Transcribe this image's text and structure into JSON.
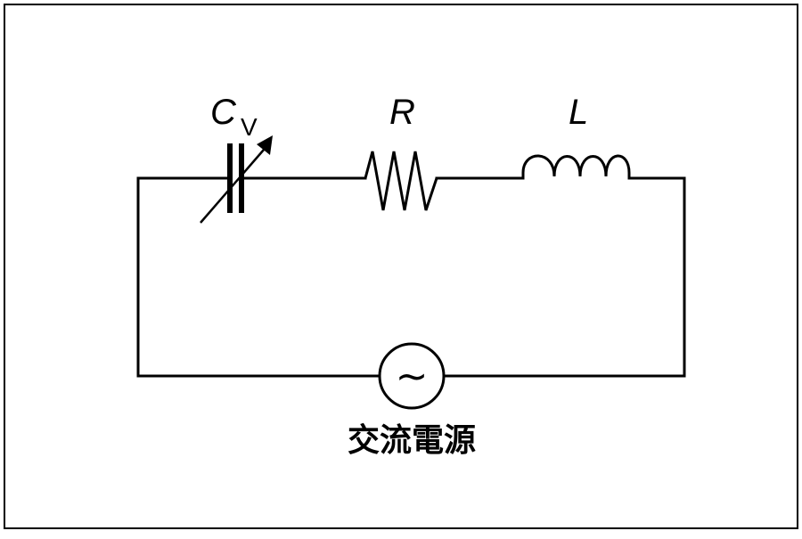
{
  "components": {
    "capacitor": {
      "symbol": "C",
      "subscript": "V"
    },
    "resistor": {
      "symbol": "R"
    },
    "inductor": {
      "symbol": "L"
    },
    "source": {
      "glyph": "~",
      "label": "交流電源"
    }
  },
  "colors": {
    "line": "#000000",
    "background": "#ffffff"
  }
}
